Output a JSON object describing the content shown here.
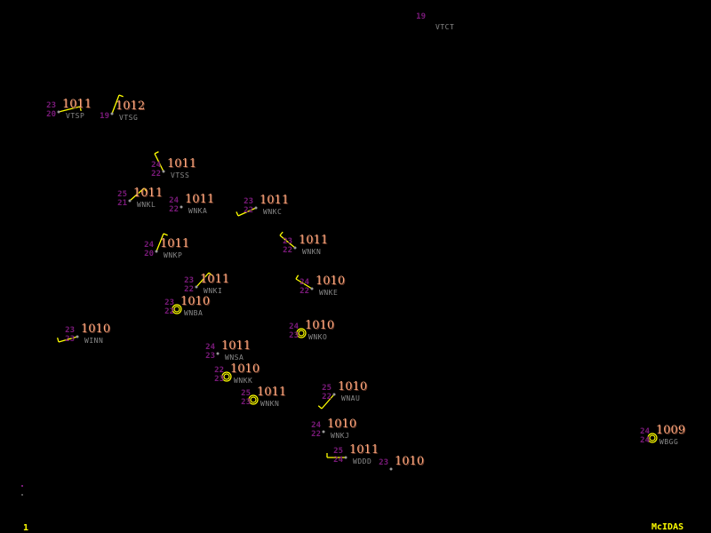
{
  "stations": [
    {
      "id": "VTSP",
      "temp": "23",
      "dew": "20",
      "pressure": "1011",
      "sky": "dot"
    },
    {
      "id": "VTSG",
      "temp": "",
      "dew": "19",
      "pressure": "1012",
      "sky": "dot"
    },
    {
      "id": "VTSS",
      "temp": "24",
      "dew": "22",
      "pressure": "1011",
      "sky": "dot"
    },
    {
      "id": "WNKL",
      "temp": "25",
      "dew": "21",
      "pressure": "1011",
      "sky": "dot"
    },
    {
      "id": "WNKA",
      "temp": "24",
      "dew": "22",
      "pressure": "1011",
      "sky": "dot"
    },
    {
      "id": "WNKC",
      "temp": "23",
      "dew": "22",
      "pressure": "1011",
      "sky": "dot"
    },
    {
      "id": "WNKP",
      "temp": "24",
      "dew": "20",
      "pressure": "1011",
      "sky": "dot"
    },
    {
      "id": "WNKN",
      "temp": "23",
      "dew": "22",
      "pressure": "1011",
      "sky": "dot"
    },
    {
      "id": "WNKI",
      "temp": "23",
      "dew": "22",
      "pressure": "1011",
      "sky": "dot"
    },
    {
      "id": "WNKE",
      "temp": "24",
      "dew": "22",
      "pressure": "1010",
      "sky": "dot"
    },
    {
      "id": "WNBA",
      "temp": "23",
      "dew": "22",
      "pressure": "1010",
      "sky": "circle"
    },
    {
      "id": "WINN",
      "temp": "23",
      "dew": "23",
      "pressure": "1010",
      "sky": "dot"
    },
    {
      "id": "WNKO",
      "temp": "24",
      "dew": "23",
      "pressure": "1010",
      "sky": "circle"
    },
    {
      "id": "WNSA",
      "temp": "24",
      "dew": "23",
      "pressure": "1011",
      "sky": "dot"
    },
    {
      "id": "WNKK",
      "temp": "22",
      "dew": "23",
      "pressure": "1010",
      "sky": "circle"
    },
    {
      "id": "WNKN",
      "temp": "25",
      "dew": "23",
      "pressure": "1011",
      "sky": "circle"
    },
    {
      "id": "WNAU",
      "temp": "25",
      "dew": "22",
      "pressure": "1010",
      "sky": "dot"
    },
    {
      "id": "WNKJ",
      "temp": "24",
      "dew": "22",
      "pressure": "1010",
      "sky": "dot"
    },
    {
      "id": "WDDD",
      "temp": "25",
      "dew": "24",
      "pressure": "1011",
      "sky": "dot"
    },
    {
      "id": "",
      "temp": "23",
      "dew": "",
      "pressure": "1010",
      "sky": "dot"
    },
    {
      "id": "WBGG",
      "temp": "24",
      "dew": "24",
      "pressure": "1009",
      "sky": "circle"
    },
    {
      "id": "VTCT",
      "temp": "19",
      "dew": "",
      "pressure": "",
      "sky": "none"
    }
  ],
  "footer": {
    "frame_number": "1",
    "brand": "McIDAS"
  },
  "colors": {
    "pressure": "#ffa77c",
    "temp": "#7a1a7a",
    "id": "#8a8a8a",
    "wind": "#ffff00",
    "background": "#000000"
  }
}
